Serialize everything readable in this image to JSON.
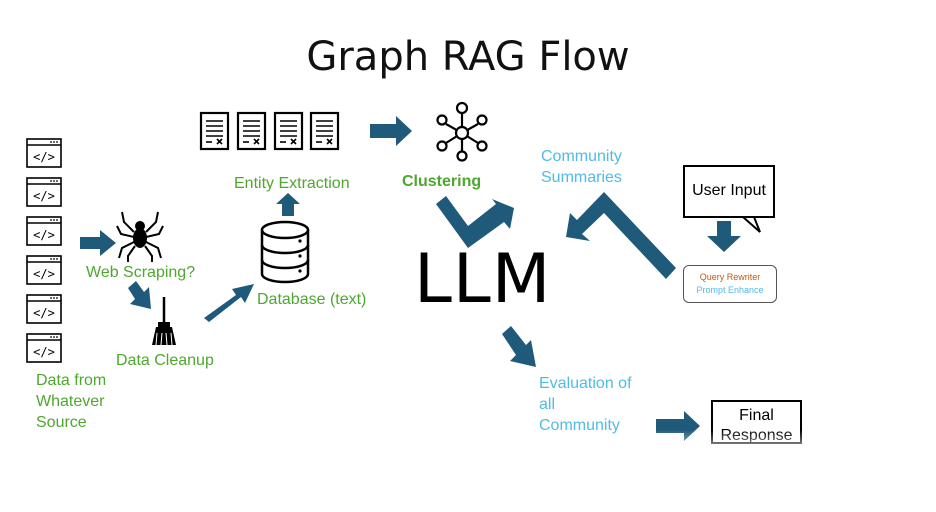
{
  "title": "Graph RAG Flow",
  "labels": {
    "data_source": [
      "Data from",
      "Whatever",
      "Source"
    ],
    "web_scraping": "Web Scraping?",
    "data_cleanup": "Data Cleanup",
    "database": "Database (text)",
    "entity_extraction": "Entity Extraction",
    "clustering": "Clustering",
    "community_summaries": [
      "Community",
      "Summaries"
    ],
    "llm": "LLM",
    "user_input": "User Input",
    "query_rewriter": "Query Rewriter",
    "prompt_enhance": "Prompt Enhance",
    "evaluation": [
      "Evaluation of",
      "all",
      "Community"
    ],
    "final_response": [
      "Final",
      "Response"
    ]
  },
  "colors": {
    "arrow": "#1f5a7a",
    "green_text": "#4ea72e",
    "blue_text": "#4fbbe8",
    "orange_text": "#c55a11"
  },
  "icons": [
    "code-window-icon",
    "spider-icon",
    "broom-icon",
    "database-icon",
    "document-icon",
    "cluster-network-icon"
  ]
}
